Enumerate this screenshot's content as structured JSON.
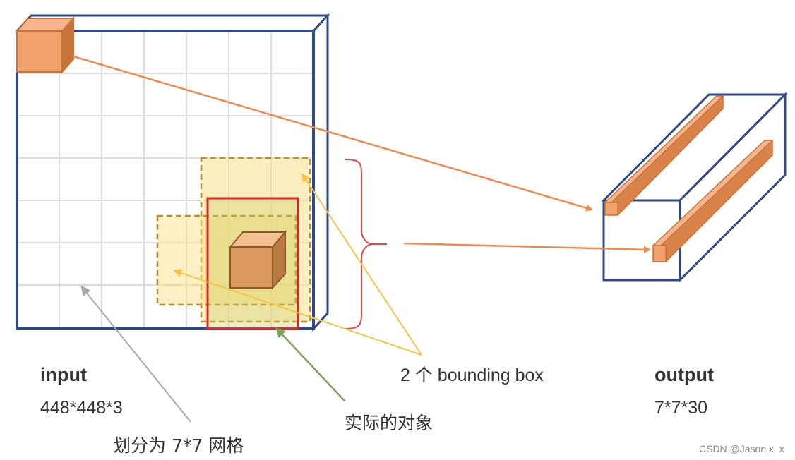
{
  "labels": {
    "input_title": "input",
    "input_size": "448*448*3",
    "grid_note": "划分为 7*7 网格",
    "real_object": "实际的对象",
    "bbox_note": "2 个 bounding box",
    "output_title": "output",
    "output_size": "7*7*30"
  },
  "watermark": "CSDN @Jason x_x",
  "grid": {
    "rows": 7,
    "cols": 7
  },
  "colors": {
    "frame": "#2f4a8a",
    "cube": "#f0a26a",
    "cube_dark": "#c8733a",
    "arrow_orange": "#ef8a4c",
    "arrow_yellow": "#f5c542",
    "arrow_grey": "#a8a8a8",
    "arrow_green": "#7aa35a",
    "truth_box": "#e02424",
    "brace": "#e04848"
  }
}
